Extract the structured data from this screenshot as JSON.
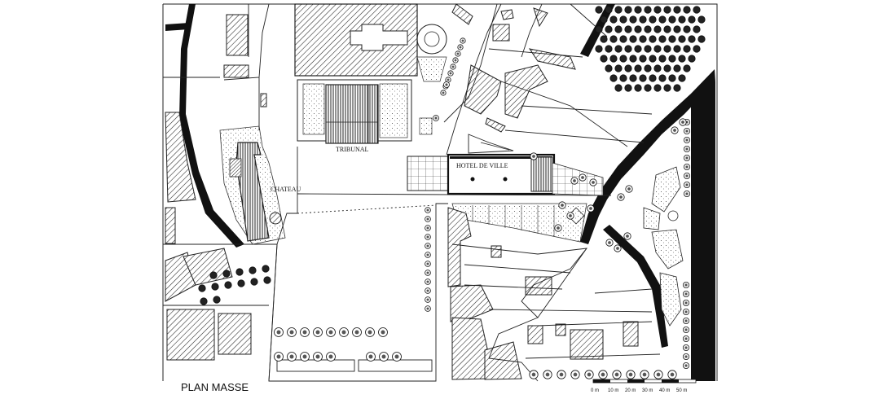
{
  "labels": {
    "tribunal": "TRIBUNAL",
    "chateau": "CHATEAU",
    "hotel_de_ville": "HOTEL DE VILLE"
  },
  "title": "PLAN MASSE",
  "scale_bar": {
    "ticks": [
      "0 m",
      "10 m",
      "20 m",
      "30 m",
      "40 m",
      "50 m"
    ]
  },
  "colors": {
    "ink": "#1a1a1a",
    "paper": "#ffffff"
  }
}
